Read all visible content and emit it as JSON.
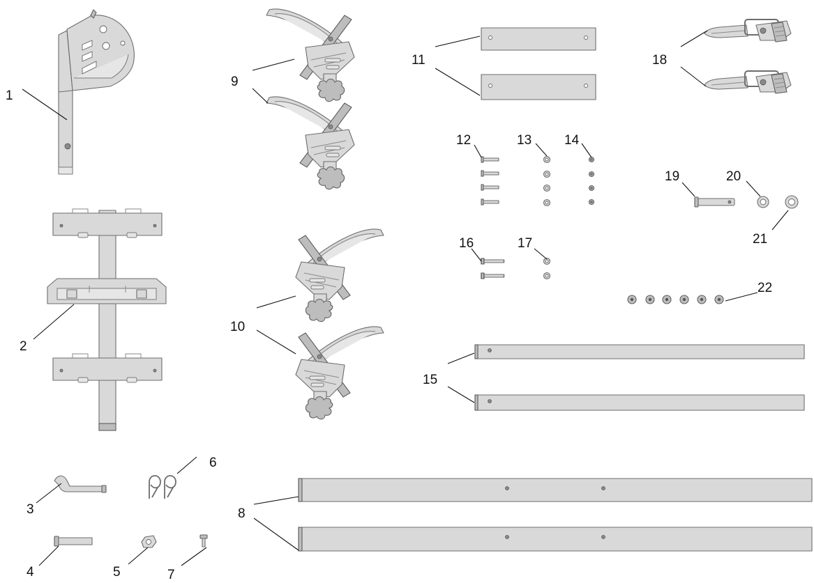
{
  "callouts": {
    "c1": "1",
    "c2": "2",
    "c3": "3",
    "c4": "4",
    "c5": "5",
    "c6": "6",
    "c7": "7",
    "c8": "8",
    "c9": "9",
    "c10": "10",
    "c11": "11",
    "c12": "12",
    "c13": "13",
    "c14": "14",
    "c15": "15",
    "c16": "16",
    "c17": "17",
    "c18": "18",
    "c19": "19",
    "c20": "20",
    "c21": "21",
    "c22": "22"
  },
  "colors": {
    "part_fill": "#d9d9d9",
    "part_outline": "#6d6d6d",
    "label_text": "#111111",
    "background": "#ffffff"
  }
}
